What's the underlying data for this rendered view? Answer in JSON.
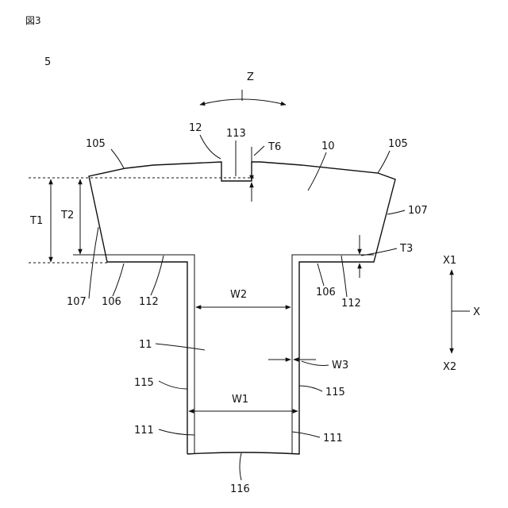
{
  "figure_caption": "図3",
  "part_number": "5",
  "labels": {
    "z": "Z",
    "x": "X",
    "x1": "X1",
    "x2": "X2",
    "t1": "T1",
    "t2": "T2",
    "t3": "T3",
    "t6": "T6",
    "w1": "W1",
    "w2": "W2",
    "w3": "W3",
    "n10": "10",
    "n11": "11",
    "n12": "12",
    "n113": "113",
    "n105_left": "105",
    "n105_right": "105",
    "n107_left": "107",
    "n107_right": "107",
    "n106_left": "106",
    "n106_right": "106",
    "n112_left": "112",
    "n112_right": "112",
    "n115_left": "115",
    "n115_right": "115",
    "n111_left": "111",
    "n111_right": "111",
    "n116": "116"
  }
}
